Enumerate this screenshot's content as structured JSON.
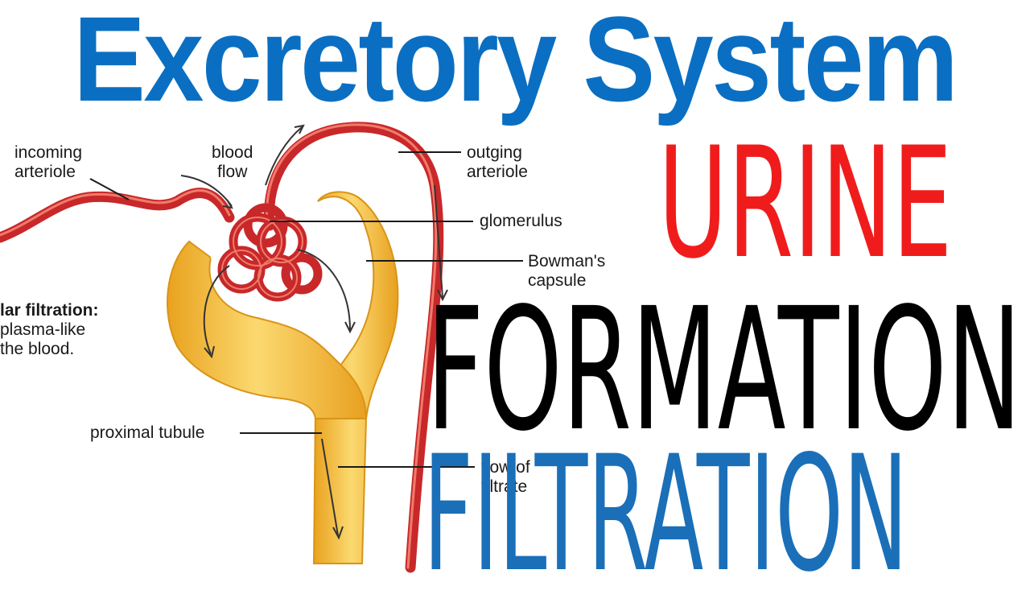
{
  "title": {
    "text": "Excretory System",
    "color": "#0a6fc2"
  },
  "words": {
    "urine": {
      "text": "URINE",
      "color": "#f01c1c"
    },
    "formation": {
      "text": "FORMATION",
      "color": "#000000"
    },
    "filtration": {
      "text": "FILTRATION",
      "color": "#1a6fb8"
    }
  },
  "diagram": {
    "labels": {
      "incoming_arteriole": [
        "incoming",
        "arteriole"
      ],
      "blood_flow": [
        "blood",
        "flow"
      ],
      "outgoing_arteriole": [
        "outging",
        "arteriole"
      ],
      "glomerulus": "glomerulus",
      "bowmans_capsule": [
        "Bowman's",
        "capsule"
      ],
      "proximal_tubule": "proximal tubule",
      "flow_of_filtrate": [
        "flow of",
        "filtrate"
      ]
    },
    "side_text": {
      "heading": "lar filtration:",
      "lines": [
        "plasma-like",
        "the blood."
      ]
    },
    "colors": {
      "vessel": "#c8282a",
      "vessel_highlight": "#f07b6a",
      "capsule": "#f2b52e",
      "capsule_light": "#fbe08a"
    }
  }
}
